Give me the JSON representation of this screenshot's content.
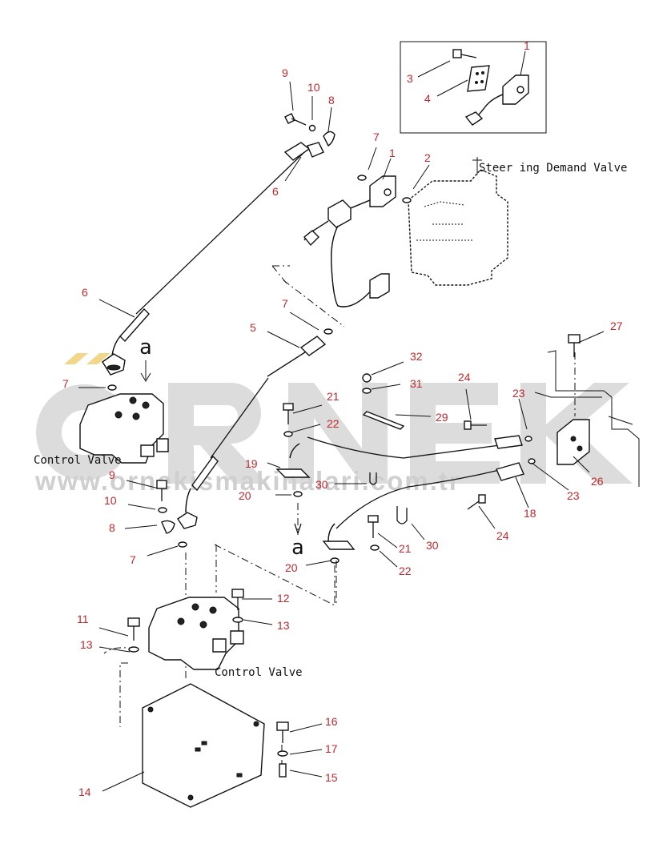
{
  "captions": {
    "steering_demand_valve": "Steer ing Demand Valve",
    "control_valve_upper": "Control Valve",
    "control_valve_lower": "Control Valve",
    "view_marker_upper": "a",
    "view_marker_lower": "a"
  },
  "watermark": {
    "logo_text": "ORNEK",
    "url_text": "www.ornekismakinalari.com.tr"
  },
  "callouts": [
    "1",
    "3",
    "4",
    "9",
    "10",
    "8",
    "7",
    "1",
    "2",
    "6",
    "6",
    "7",
    "5",
    "27",
    "32",
    "31",
    "24",
    "23",
    "21",
    "29",
    "22",
    "7",
    "19",
    "30",
    "26",
    "9",
    "23",
    "20",
    "18",
    "10",
    "8",
    "24",
    "30",
    "21",
    "7",
    "22",
    "20",
    "12",
    "11",
    "13",
    "13",
    "16",
    "17",
    "15",
    "14"
  ],
  "colors": {
    "callout_text": "#c0282d",
    "watermark": "#cfcfcf",
    "watermark_accent": "#f2d78a",
    "line": "#111111"
  }
}
